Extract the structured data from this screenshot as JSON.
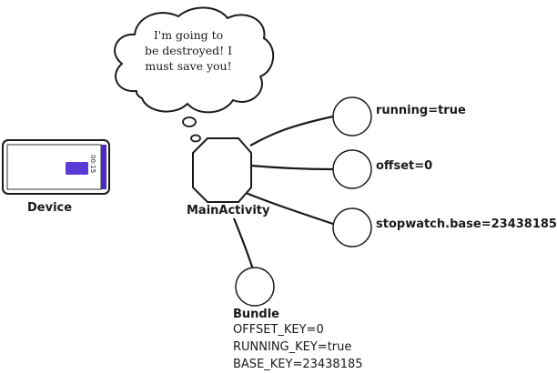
{
  "thought_bubble": {
    "lines": [
      "I'm going to",
      "be destroyed! I",
      "must save you!"
    ]
  },
  "device": {
    "label": "Device",
    "time_text": "00:15"
  },
  "activity": {
    "label": "MainActivity"
  },
  "variables": [
    {
      "text": "running=true"
    },
    {
      "text": "offset=0"
    },
    {
      "text": "stopwatch.base=23438185"
    }
  ],
  "bundle": {
    "title": "Bundle",
    "entries": [
      "OFFSET_KEY=0",
      "RUNNING_KEY=true",
      "BASE_KEY=23438185"
    ]
  },
  "colors": {
    "stroke": "#1a1a1a",
    "phone_accent": "#4b2bc2",
    "phone_button": "#5b3bd6"
  }
}
